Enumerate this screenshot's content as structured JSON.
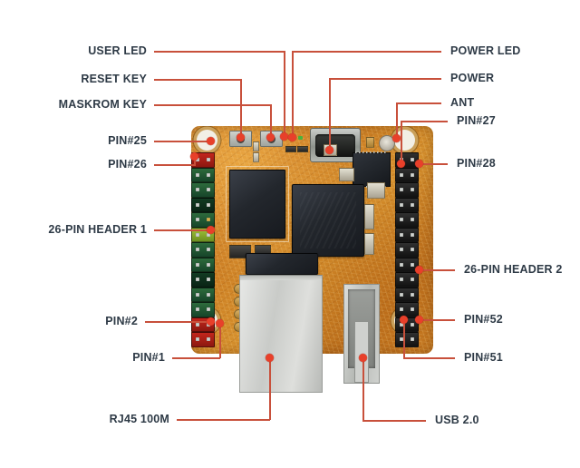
{
  "diagram": {
    "title": "Single Board Computer Component Callout Diagram",
    "accent_color": "#c8503b",
    "dot_color": "#e8402a",
    "text_color": "#2e3a46",
    "background": "#ffffff"
  },
  "labels_left": [
    {
      "id": "user-led",
      "text": "USER LED"
    },
    {
      "id": "reset-key",
      "text": "RESET KEY"
    },
    {
      "id": "maskrom-key",
      "text": "MASKROM KEY"
    },
    {
      "id": "pin-25",
      "text": "PIN#25"
    },
    {
      "id": "pin-26",
      "text": "PIN#26"
    },
    {
      "id": "header-1",
      "text": "26-PIN HEADER 1"
    },
    {
      "id": "pin-2",
      "text": "PIN#2"
    },
    {
      "id": "pin-1",
      "text": "PIN#1"
    },
    {
      "id": "rj45",
      "text": "RJ45 100M"
    }
  ],
  "labels_right": [
    {
      "id": "power-led",
      "text": "POWER LED"
    },
    {
      "id": "power",
      "text": "POWER"
    },
    {
      "id": "ant",
      "text": "ANT"
    },
    {
      "id": "pin-27",
      "text": "PIN#27"
    },
    {
      "id": "pin-28",
      "text": "PIN#28"
    },
    {
      "id": "header-2",
      "text": "26-PIN HEADER 2"
    },
    {
      "id": "pin-52",
      "text": "PIN#52"
    },
    {
      "id": "pin-51",
      "text": "PIN#51"
    },
    {
      "id": "usb",
      "text": "USB 2.0"
    }
  ]
}
